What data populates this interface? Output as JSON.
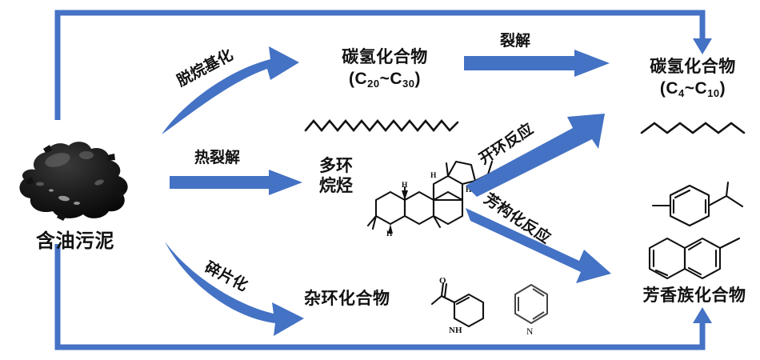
{
  "diagram": {
    "title_semantics": "oily-sludge-pyrolysis-pathway",
    "accent_color": "#4472C4",
    "line_color": "#111111"
  },
  "source": {
    "label": "含油污泥",
    "image_alt": "oily-sludge-sample"
  },
  "products": {
    "hydrocarbon_heavy": {
      "name": "碳氢化合物",
      "range_open": "(C",
      "range_sub1": "20",
      "range_mid": "~C",
      "range_sub2": "30",
      "range_close": ")",
      "structure": "long-chain-alkane-zigzag"
    },
    "polycyclic_alkane": {
      "line1": "多环",
      "line2": "烷烃",
      "structure": "hopane-pentacyclic-skeleton"
    },
    "heterocyclic": {
      "name": "杂环化合物",
      "structure_1": "acetyl-tetrahydropyridine",
      "structure_2": "pyridine"
    },
    "hydrocarbon_light": {
      "name": "碳氢化合物",
      "range_open": "(C",
      "range_sub1": "4",
      "range_mid": "~C",
      "range_sub2": "10",
      "range_close": ")",
      "structure": "short-chain-alkane-zigzag"
    },
    "aromatic": {
      "name": "芳香族化合物",
      "structure_1": "p-cymene",
      "structure_2": "methylnaphthalene"
    }
  },
  "reactions": {
    "dealkylation": "脱烷基化",
    "thermal_cracking": "热裂解",
    "fragmentation": "碎片化",
    "cracking": "裂解",
    "ring_opening": "开环反应",
    "aromatization": "芳构化反应"
  },
  "atom_labels": {
    "nitrogen": "N",
    "amine": "NH",
    "oxygen": "O",
    "hydrogen": "H"
  }
}
